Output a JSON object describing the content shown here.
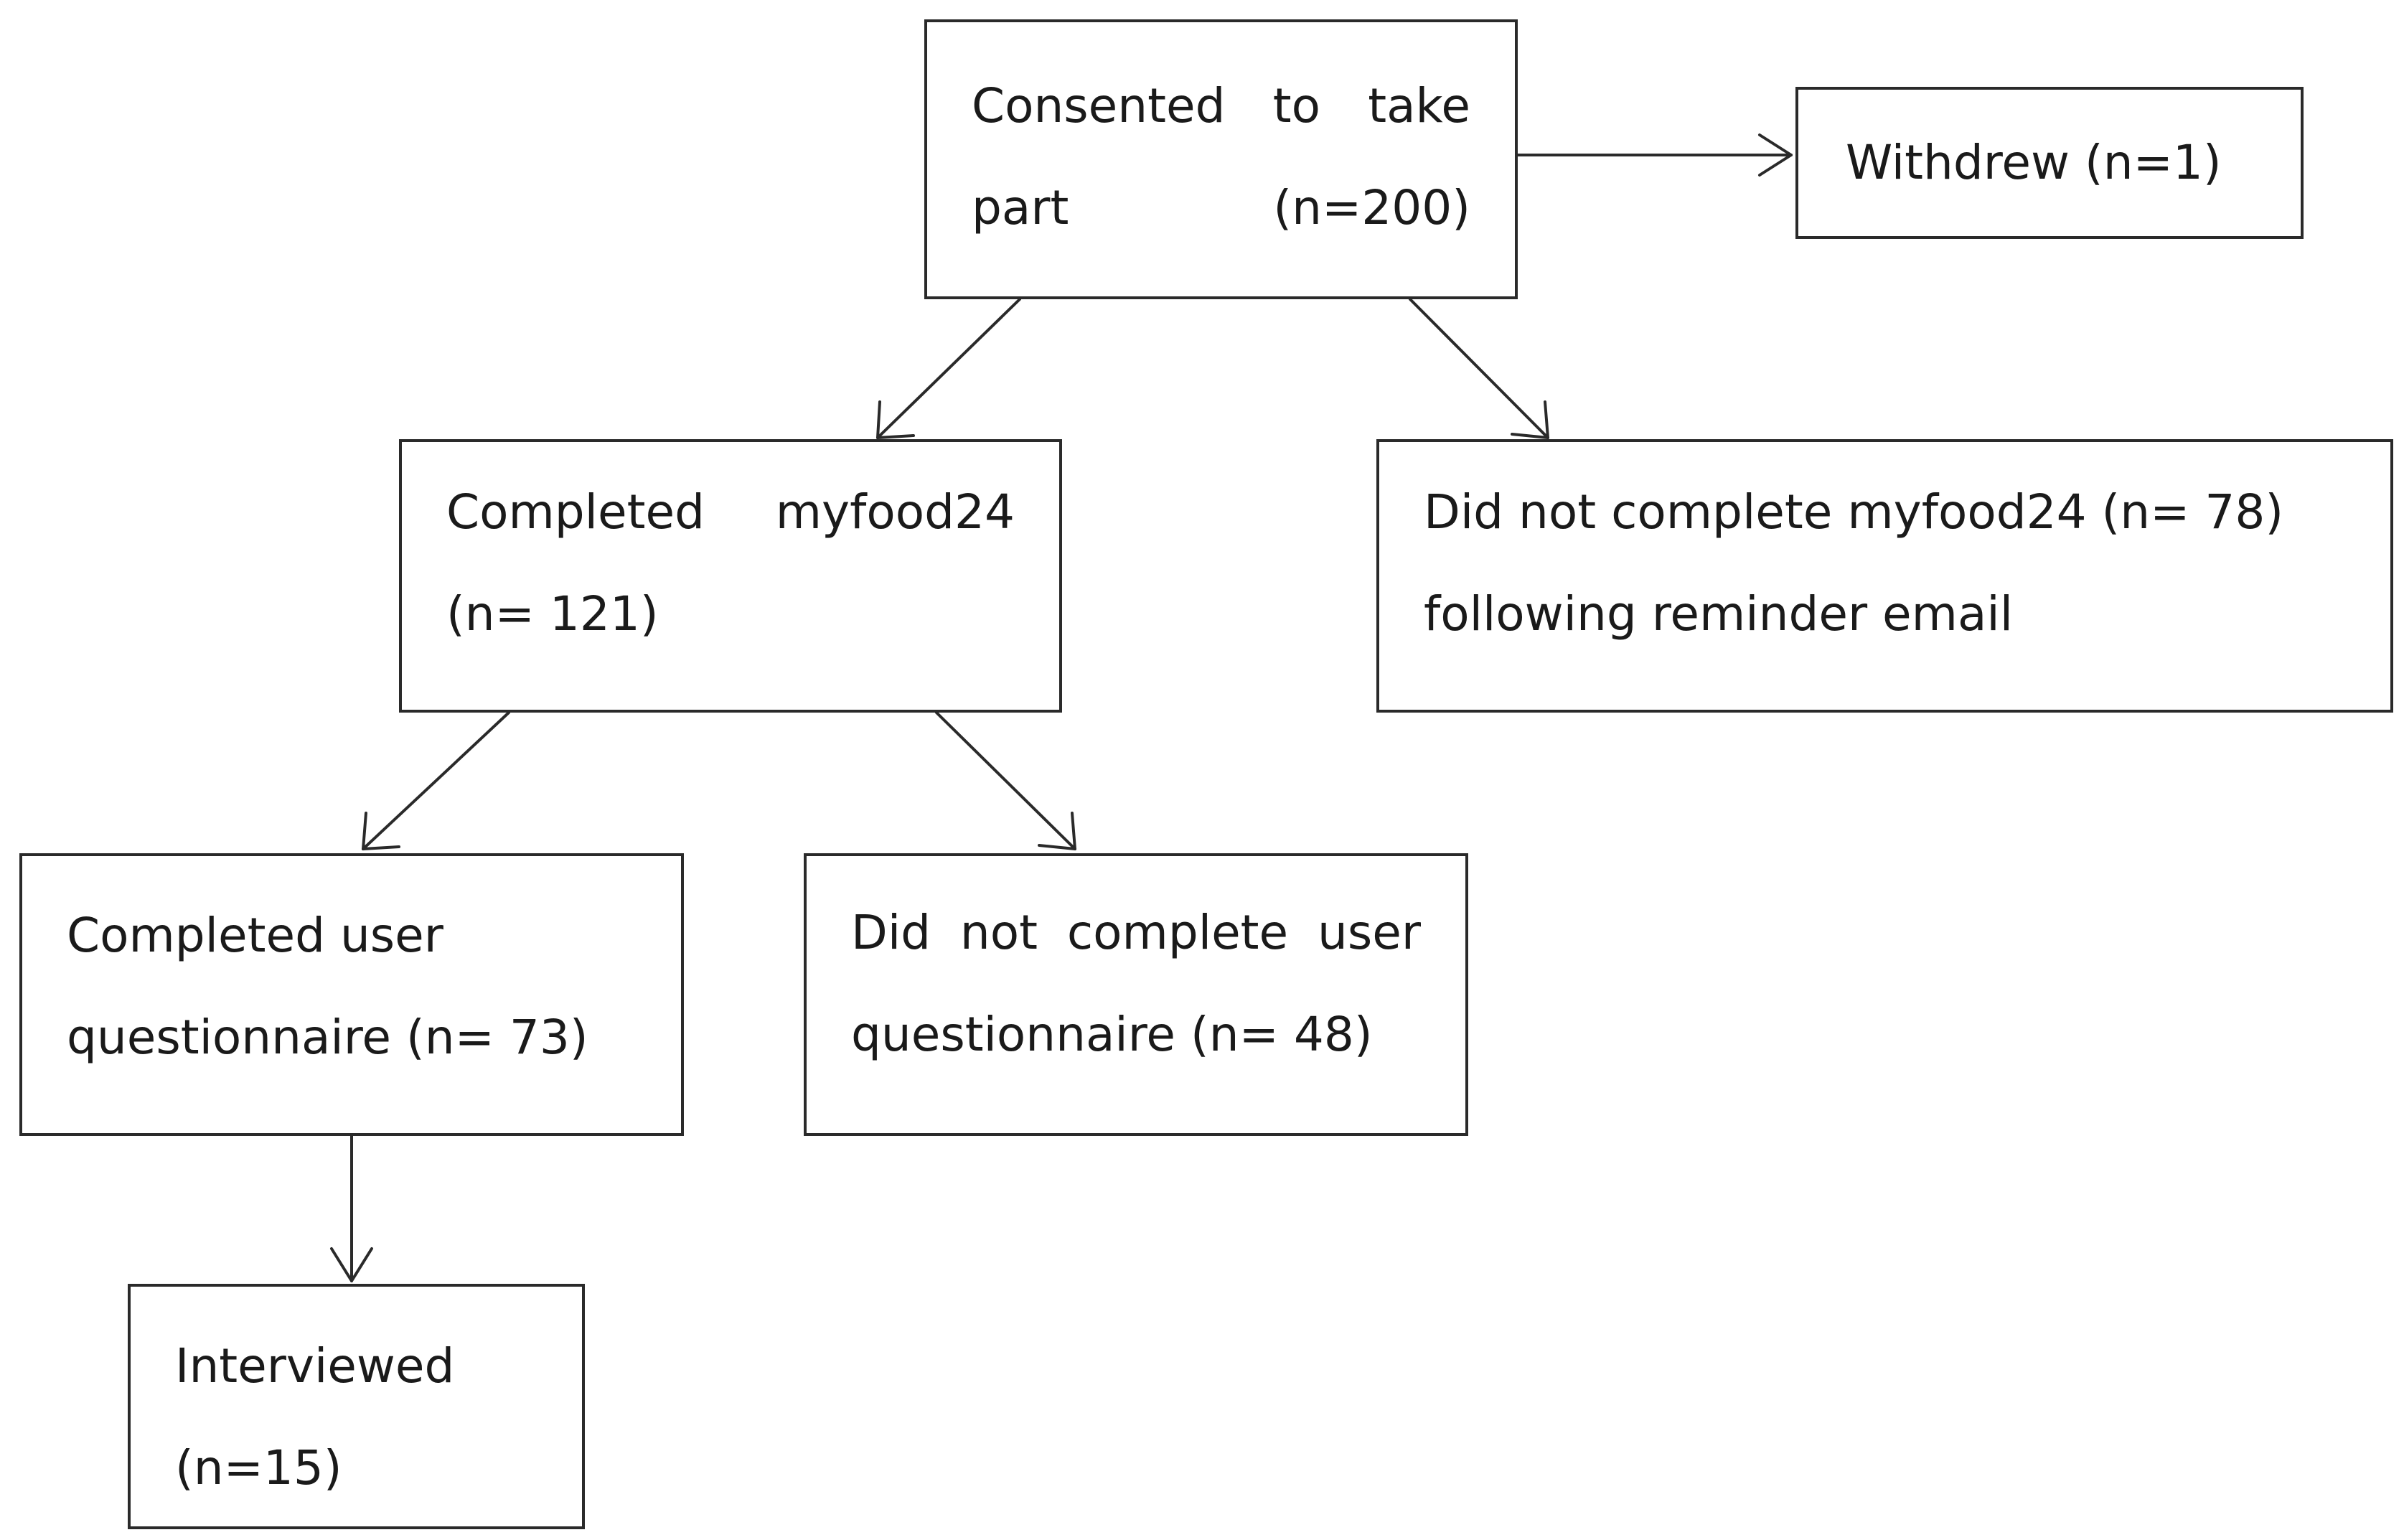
{
  "boxes": {
    "consented": {
      "lines": [
        "Consented to take",
        "part (n=200)"
      ]
    },
    "withdrew": {
      "lines": [
        "Withdrew (n=1)"
      ]
    },
    "completed_myfood24": {
      "lines": [
        "Completed myfood24",
        "(n= 121)"
      ]
    },
    "did_not_complete_myfood24": {
      "lines": [
        "Did not complete myfood24 (n= 78)",
        "following reminder email"
      ]
    },
    "completed_questionnaire": {
      "lines": [
        "Completed user",
        "questionnaire (n= 73)"
      ]
    },
    "did_not_complete_questionnaire": {
      "lines": [
        "Did not complete user",
        "questionnaire (n= 48)"
      ]
    },
    "interviewed": {
      "lines": [
        "Interviewed",
        "(n=15)"
      ]
    }
  }
}
